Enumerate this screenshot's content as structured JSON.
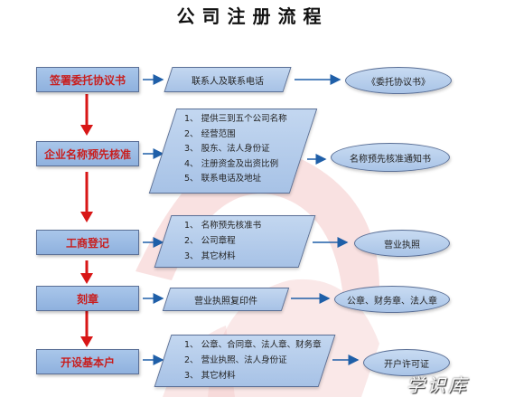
{
  "title": "公司注册流程",
  "steps": [
    {
      "label": "签署委托协议书"
    },
    {
      "label": "企业名称预先核准"
    },
    {
      "label": "工商登记"
    },
    {
      "label": "刻章"
    },
    {
      "label": "开设基本户"
    }
  ],
  "materials": [
    {
      "lines": [
        "联系人及联系电话"
      ]
    },
    {
      "lines": [
        "1、 提供三到五个公司名称",
        "2、 经营范围",
        "3、 股东、法人身份证",
        "4、 注册资金及出资比例",
        "5、 联系电话及地址"
      ]
    },
    {
      "lines": [
        "1、 名称预先核准书",
        "2、 公司章程",
        "3、 其它材料"
      ]
    },
    {
      "lines": [
        "营业执照复印件"
      ]
    },
    {
      "lines": [
        "1、 公章、合同章、法人章、财务章",
        "2、 营业执照、法人身份证",
        "3、 其它材料"
      ]
    }
  ],
  "results": [
    {
      "label": "《委托协议书》"
    },
    {
      "label": "名称预先核准通知书"
    },
    {
      "label": "营业执照"
    },
    {
      "label": "公章、财务章、法人章"
    },
    {
      "label": "开户许可证"
    }
  ],
  "watermark": "学识库",
  "colors": {
    "step_text": "#c81e1e",
    "down_arrow": "#d81616",
    "flow_arrow": "#1f5fa8",
    "box_fill": "#b3cdea",
    "box_border": "#5a6f96"
  }
}
